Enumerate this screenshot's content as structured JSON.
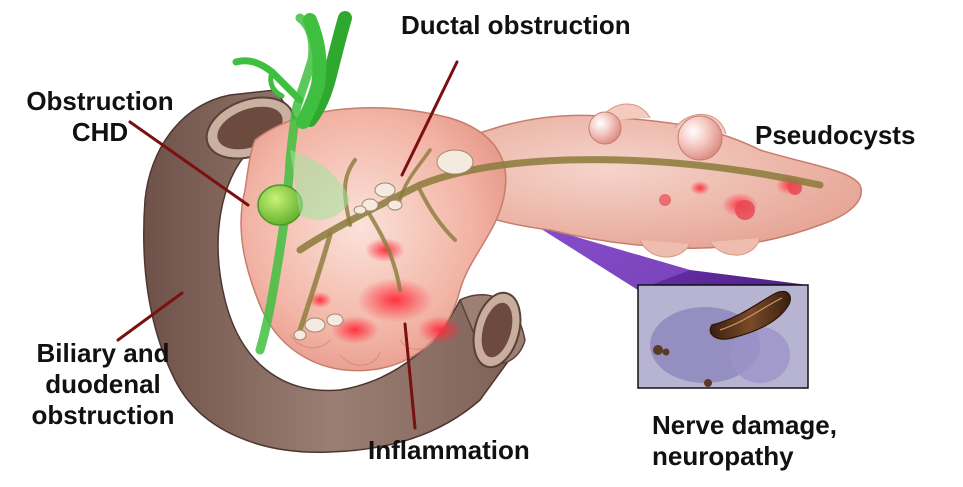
{
  "labels": {
    "ductal_obstruction": "Ductal obstruction",
    "obstruction_chd": {
      "line1": "Obstruction",
      "line2": "CHD"
    },
    "pseudocysts": "Pseudocysts",
    "biliary": {
      "line1": "Biliary and",
      "line2": "duodenal",
      "line3": "obstruction"
    },
    "inflammation": "Inflammation",
    "nerve_damage": {
      "line1": "Nerve damage,",
      "line2": "neuropathy"
    }
  },
  "colors": {
    "leader_line": "#7a1010",
    "pancreas": "#f2b8aa",
    "duodenum": "#8a6b60",
    "bile_duct": "#3fbf3f",
    "inset_fill": "#7b5fb5",
    "nerve_tissue": "#5a3a22",
    "wedge": "#5a1c9a"
  }
}
